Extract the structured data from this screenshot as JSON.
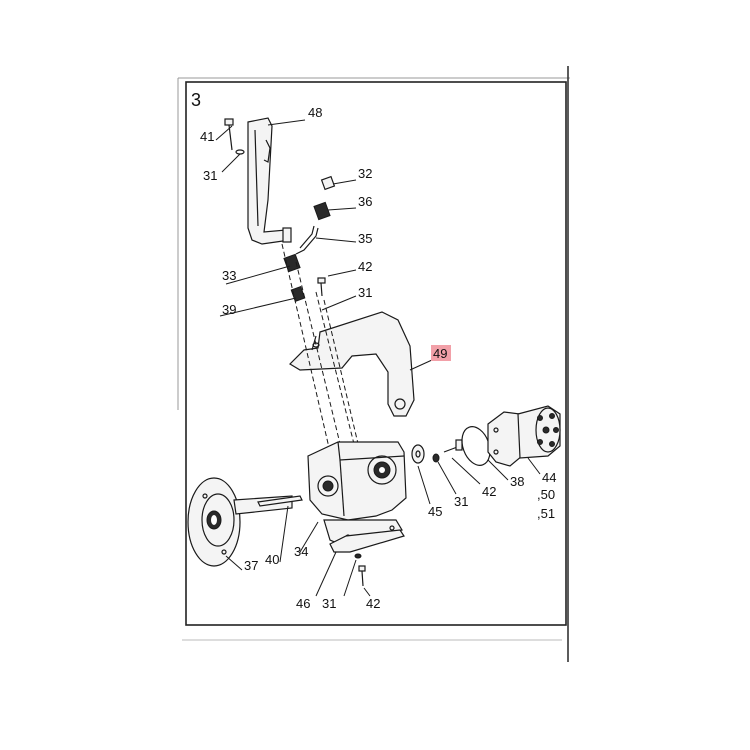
{
  "figure": {
    "number": "3"
  },
  "callouts": {
    "c48": "48",
    "c41": "41",
    "c31a": "31",
    "c32": "32",
    "c36": "36",
    "c35": "35",
    "c33": "33",
    "c42a": "42",
    "c31b": "31",
    "c39": "39",
    "c49": "49",
    "c44": "44",
    "c50": ",50",
    "c51": ",51",
    "c38": "38",
    "c42b": "42",
    "c31c": "31",
    "c45": "45",
    "c37": "37",
    "c40": "40",
    "c34": "34",
    "c46": "46",
    "c31d": "31",
    "c42c": "42"
  },
  "highlight_color": "#f2a0a8"
}
